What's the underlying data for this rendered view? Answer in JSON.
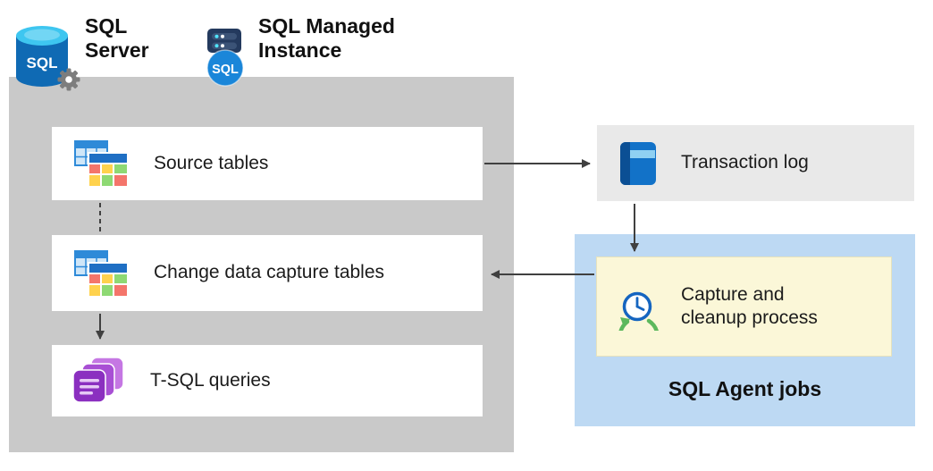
{
  "colors": {
    "container_gray": "#c9c9c9",
    "node_white": "#ffffff",
    "log_box_gray": "#e9e9e9",
    "agent_box_blue": "#bdd9f3",
    "process_box_yellow": "#fbf7d8",
    "arrow": "#404040",
    "sql_blue": "#0f6ab4",
    "sql_cyan": "#3ec6f0",
    "tables_blue": "#2e8ad8",
    "queries_purple": "#8b2fc0",
    "log_blue": "#1272c8",
    "clock_green": "#5cb85c",
    "clock_blue": "#1565c0"
  },
  "titles": {
    "sql_server": "SQL\nServer",
    "sql_managed_instance": "SQL Managed\nInstance"
  },
  "icons": {
    "sql_server_text": "SQL",
    "sql_managed_text": "SQL"
  },
  "nodes": {
    "source_tables": "Source tables",
    "cdc_tables": "Change data capture tables",
    "tsql_queries": "T-SQL queries",
    "transaction_log": "Transaction log",
    "capture_process": "Capture and\ncleanup process",
    "sql_agent_jobs": "SQL Agent jobs"
  }
}
